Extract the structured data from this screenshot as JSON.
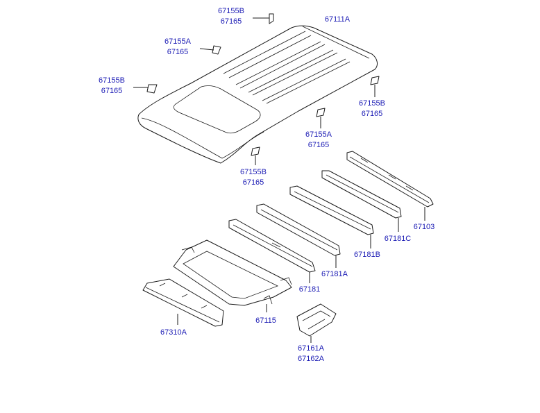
{
  "colors": {
    "label": "#1a1ab4",
    "line": "#1a1a1a",
    "background": "#ffffff"
  },
  "labels": {
    "clip_top": [
      "67155B",
      "67165"
    ],
    "roof_panel": [
      "67111A"
    ],
    "clip_upper_left": [
      "67155A",
      "67165"
    ],
    "clip_left": [
      "67155B",
      "67165"
    ],
    "clip_right": [
      "67155B",
      "67165"
    ],
    "clip_mid": [
      "67155A",
      "67165"
    ],
    "clip_lower": [
      "67155B",
      "67165"
    ],
    "header_front": [
      "67103"
    ],
    "bow_c": [
      "67181C"
    ],
    "bow_b": [
      "67181B"
    ],
    "bow_a": [
      "67181A"
    ],
    "bow": [
      "67181"
    ],
    "sunroof_frame": [
      "67115"
    ],
    "header_rear": [
      "67310A"
    ],
    "bracket": [
      "67161A",
      "67162A"
    ]
  }
}
